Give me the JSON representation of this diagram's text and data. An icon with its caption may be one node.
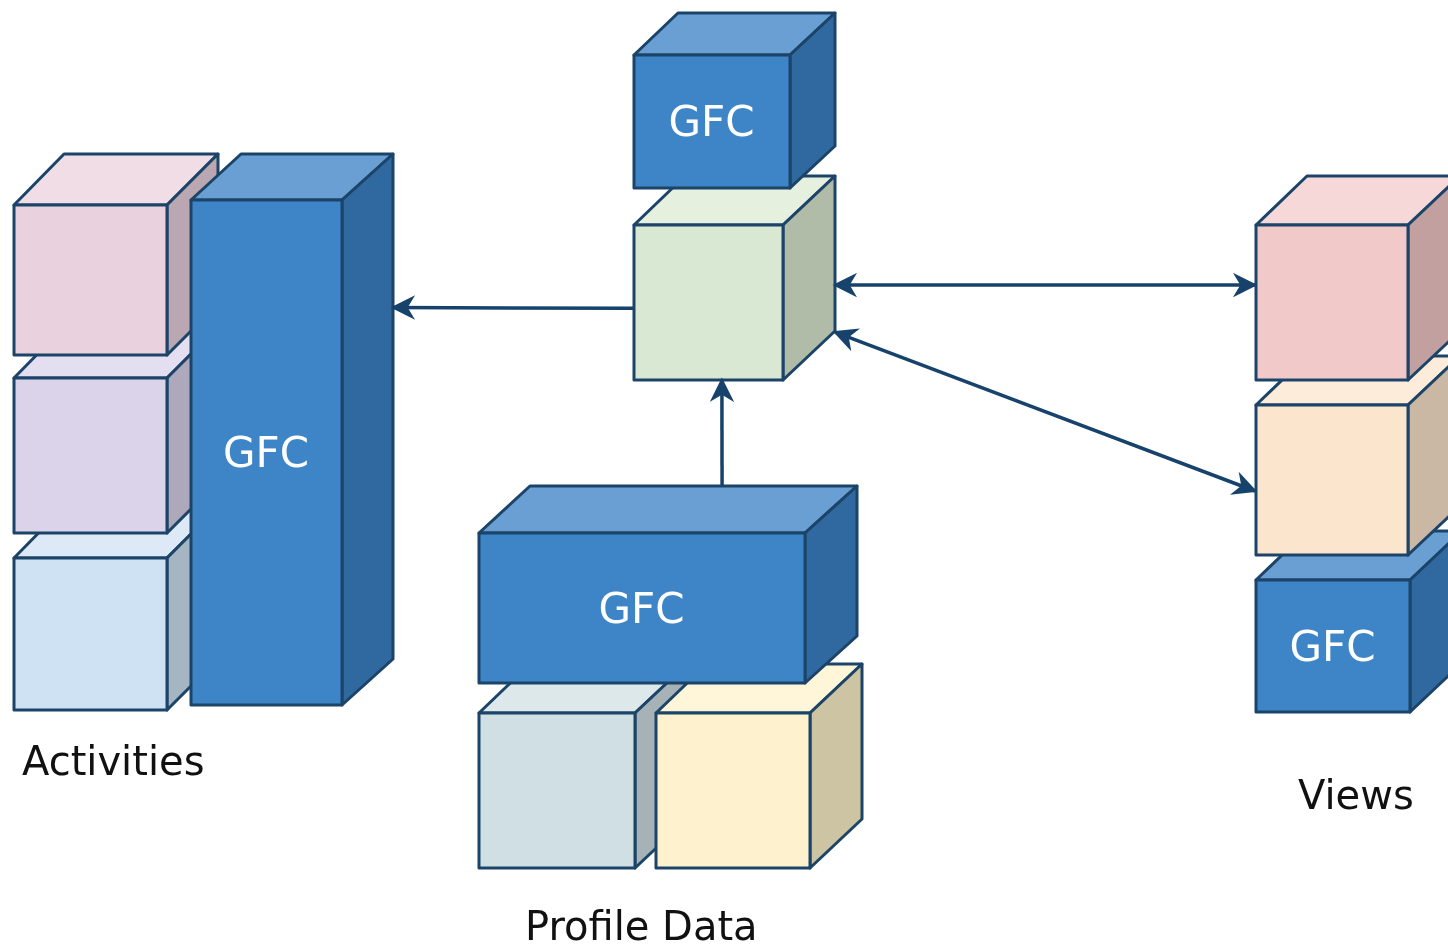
{
  "diagram": {
    "nodes": [
      {
        "text": [
          "GFC"
        ]
      },
      {
        "text": [],
        "shape": "cube"
      },
      {
        "text": [],
        "shape": "cube"
      },
      {
        "text": [],
        "shape": "cube"
      },
      {
        "text": [],
        "shape": "cube"
      },
      {
        "text": [
          "GFC"
        ]
      },
      {
        "text": [
          "GFC"
        ]
      },
      {
        "text": [],
        "shape": "cube"
      },
      {
        "text": [],
        "shape": "cube"
      },
      {
        "text": [],
        "shape": "cube"
      },
      {
        "text": [],
        "shape": "cube"
      },
      {
        "text": [
          "GFC"
        ]
      }
    ],
    "edges": [
      {
        "from": 1,
        "to": 5,
        "arrow": "to"
      },
      {
        "from": 6,
        "to": 1,
        "arrow": "to"
      },
      {
        "from": 1,
        "to": 9,
        "arrow": "both"
      },
      {
        "from": 1,
        "to": 10,
        "arrow": "both"
      }
    ],
    "labels": [
      "Activities",
      "Profile Data",
      "Views"
    ]
  }
}
